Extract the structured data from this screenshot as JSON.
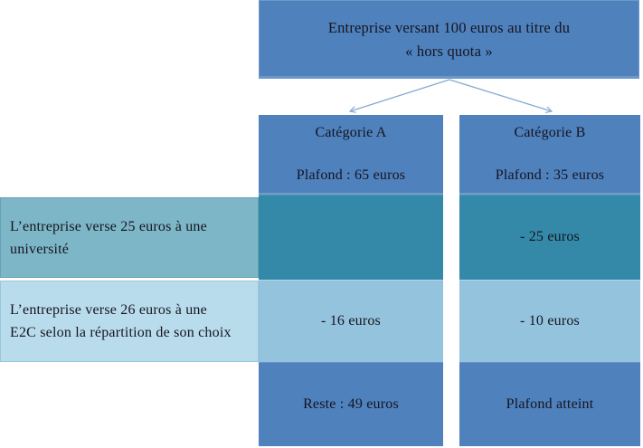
{
  "colors": {
    "primary_blue": "#4f81bd",
    "teal_dark": "#3389a7",
    "teal_light": "#7db6c7",
    "light_blue": "#94c3de",
    "pale_blue": "#b9dcec",
    "text": "#15151f",
    "connector": "#87a9d3"
  },
  "root_box": {
    "text": "Entreprise versant 100 euros au titre du\n« hors quota »"
  },
  "columns": [
    {
      "header": "Catégorie A",
      "plafond": "Plafond : 65 euros",
      "step1": "",
      "step2": "- 16 euros",
      "result": "Reste : 49 euros"
    },
    {
      "header": "Catégorie B",
      "plafond": "Plafond : 35 euros",
      "step1": "- 25 euros",
      "step2": "- 10 euros",
      "result": "Plafond atteint"
    }
  ],
  "left_labels": [
    {
      "text": "L’entreprise verse 25 euros à une université"
    },
    {
      "text": "L’entreprise verse 26 euros à une E2C selon la répartition de son choix"
    }
  ]
}
